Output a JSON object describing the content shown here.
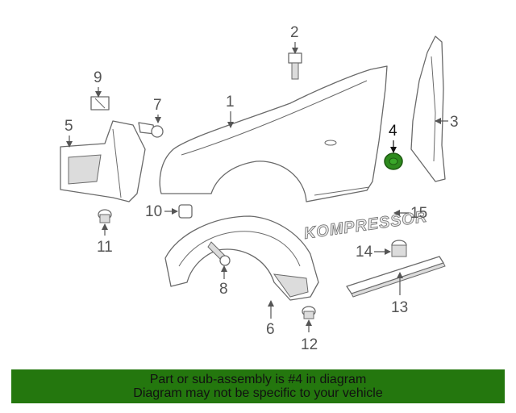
{
  "callouts": {
    "c1": "1",
    "c2": "2",
    "c3": "3",
    "c4": "4",
    "c5": "5",
    "c6": "6",
    "c7": "7",
    "c8": "8",
    "c9": "9",
    "c10": "10",
    "c11": "11",
    "c12": "12",
    "c13": "13",
    "c14": "14",
    "c15": "15"
  },
  "emblem_text": "KOMPRESSOR",
  "footer": {
    "line1": "Part or sub-assembly is #4 in diagram",
    "line2": "Diagram may not be specific to your vehicle"
  },
  "colors": {
    "footer_bg": "#24770e",
    "highlight_part": "#2e8b1e"
  }
}
